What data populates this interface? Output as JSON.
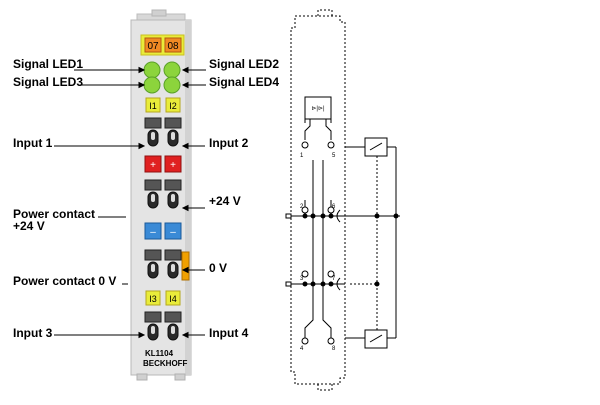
{
  "terminal": {
    "top_labels": [
      "07",
      "08"
    ],
    "channels_top": [
      "I1",
      "I2"
    ],
    "channels_bottom": [
      "I3",
      "I4"
    ],
    "model": "KL1104",
    "brand": "BECKHOFF",
    "plus_symbol": "+",
    "minus_symbol": "–"
  },
  "callouts": {
    "signal_led1": "Signal LED1",
    "signal_led2": "Signal LED2",
    "signal_led3": "Signal LED3",
    "signal_led4": "Signal LED4",
    "input1": "Input 1",
    "input2": "Input 2",
    "plus24v": "+24 V",
    "power_contact_plus_line1": "Power contact",
    "power_contact_plus_line2": "+24 V",
    "zero_v": "0 V",
    "power_contact_0v": "Power contact 0 V",
    "input3": "Input 3",
    "input4": "Input 4"
  },
  "schematic": {
    "pins": [
      "1",
      "5",
      "2",
      "6",
      "3",
      "7",
      "4",
      "8"
    ]
  },
  "colors": {
    "led_green": "#8cd43c",
    "yellow_strip": "#e9ec3a",
    "orange_label": "#f08a24",
    "red_contact": "#e02020",
    "blue_contact": "#3a8ad6",
    "orange_latch": "#f0a000",
    "housing": "#e4e4e4"
  }
}
